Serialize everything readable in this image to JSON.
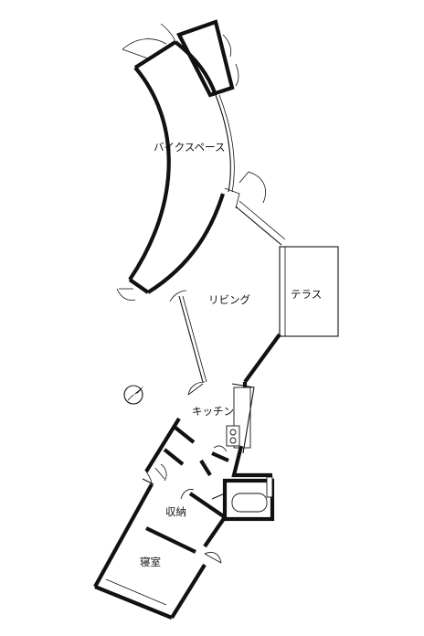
{
  "plan": {
    "rooms": {
      "bike_space": "バイクスペース",
      "living": "リビング",
      "terrace": "テラス",
      "kitchen": "キッチン",
      "storage": "収納",
      "bedroom": "寝室"
    },
    "north_arrow_icon": "compass-north-icon"
  }
}
